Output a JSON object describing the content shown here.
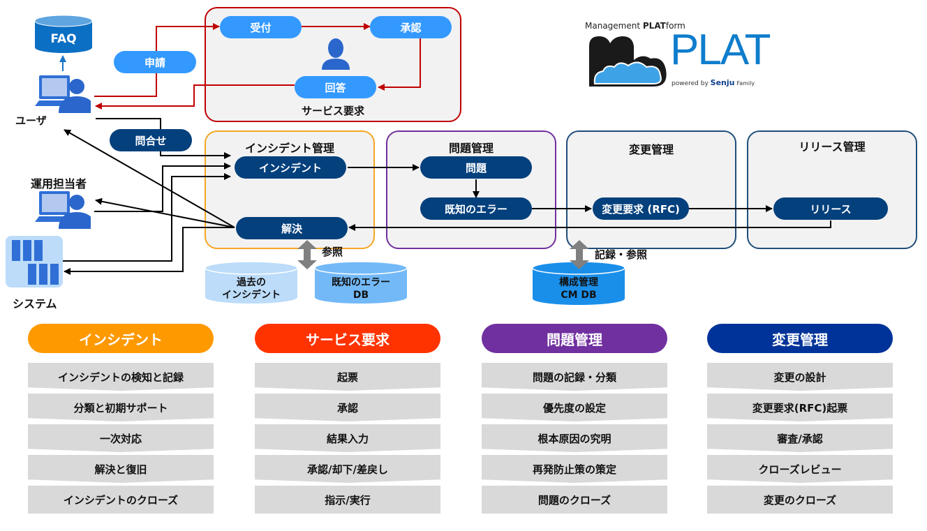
{
  "faq": {
    "label": "FAQ"
  },
  "actors": {
    "user": "ユーザ",
    "operator": "運用担当者",
    "system": "システム"
  },
  "flows": {
    "apply": "申請",
    "inquiry": "問合せ"
  },
  "service_request_box": {
    "title": "サービス要求",
    "reception": "受付",
    "approval": "承認",
    "answer": "回答"
  },
  "logo": {
    "tagline_prefix": "Management ",
    "tagline_bold": "PLAT",
    "tagline_suffix": "form",
    "brand_m": "m",
    "brand_plat": "PLAT",
    "powered_by": "powered by",
    "senju": "Senju",
    "family": "Family"
  },
  "incident_mgmt": {
    "title": "インシデント管理",
    "incident": "インシデント",
    "resolution": "解決"
  },
  "problem_mgmt": {
    "title": "問題管理",
    "problem": "問題",
    "known_error": "既知のエラー"
  },
  "change_mgmt": {
    "title": "変更管理",
    "rfc": "変更要求 (RFC)"
  },
  "release_mgmt": {
    "title": "リリース管理",
    "release": "リリース"
  },
  "references": {
    "refer": "参照",
    "record_refer": "記録・参照"
  },
  "databases": {
    "past_incidents_line1": "過去の",
    "past_incidents_line2": "インシデント",
    "known_error_db_line1": "既知のエラー",
    "known_error_db_line2": "DB",
    "cmdb_line1": "構成管理",
    "cmdb_line2": "CM DB"
  },
  "columns": [
    {
      "title": "インシデント",
      "color": "#ff9900",
      "steps": [
        "インシデントの検知と記録",
        "分類と初期サポート",
        "一次対応",
        "解決と復旧",
        "インシデントのクローズ"
      ]
    },
    {
      "title": "サービス要求",
      "color": "#ff3300",
      "steps": [
        "起票",
        "承認",
        "結果入力",
        "承認/却下/差戻し",
        "指示/実行"
      ]
    },
    {
      "title": "問題管理",
      "color": "#7030a0",
      "steps": [
        "問題の記録・分類",
        "優先度の設定",
        "根本原因の究明",
        "再発防止策の策定",
        "問題のクローズ"
      ]
    },
    {
      "title": "変更管理",
      "color": "#003399",
      "steps": [
        "変更の設計",
        "変更要求(RFC)起票",
        "審査/承認",
        "クローズレビュー",
        "変更のクローズ"
      ]
    }
  ],
  "colors": {
    "light_pill": "#3399ff",
    "dark_pill": "#03407c",
    "service_border": "#c00000",
    "incident_border": "#f5a623",
    "problem_border": "#7030a0",
    "change_border": "#1f4e79",
    "release_border": "#1f4e79"
  }
}
